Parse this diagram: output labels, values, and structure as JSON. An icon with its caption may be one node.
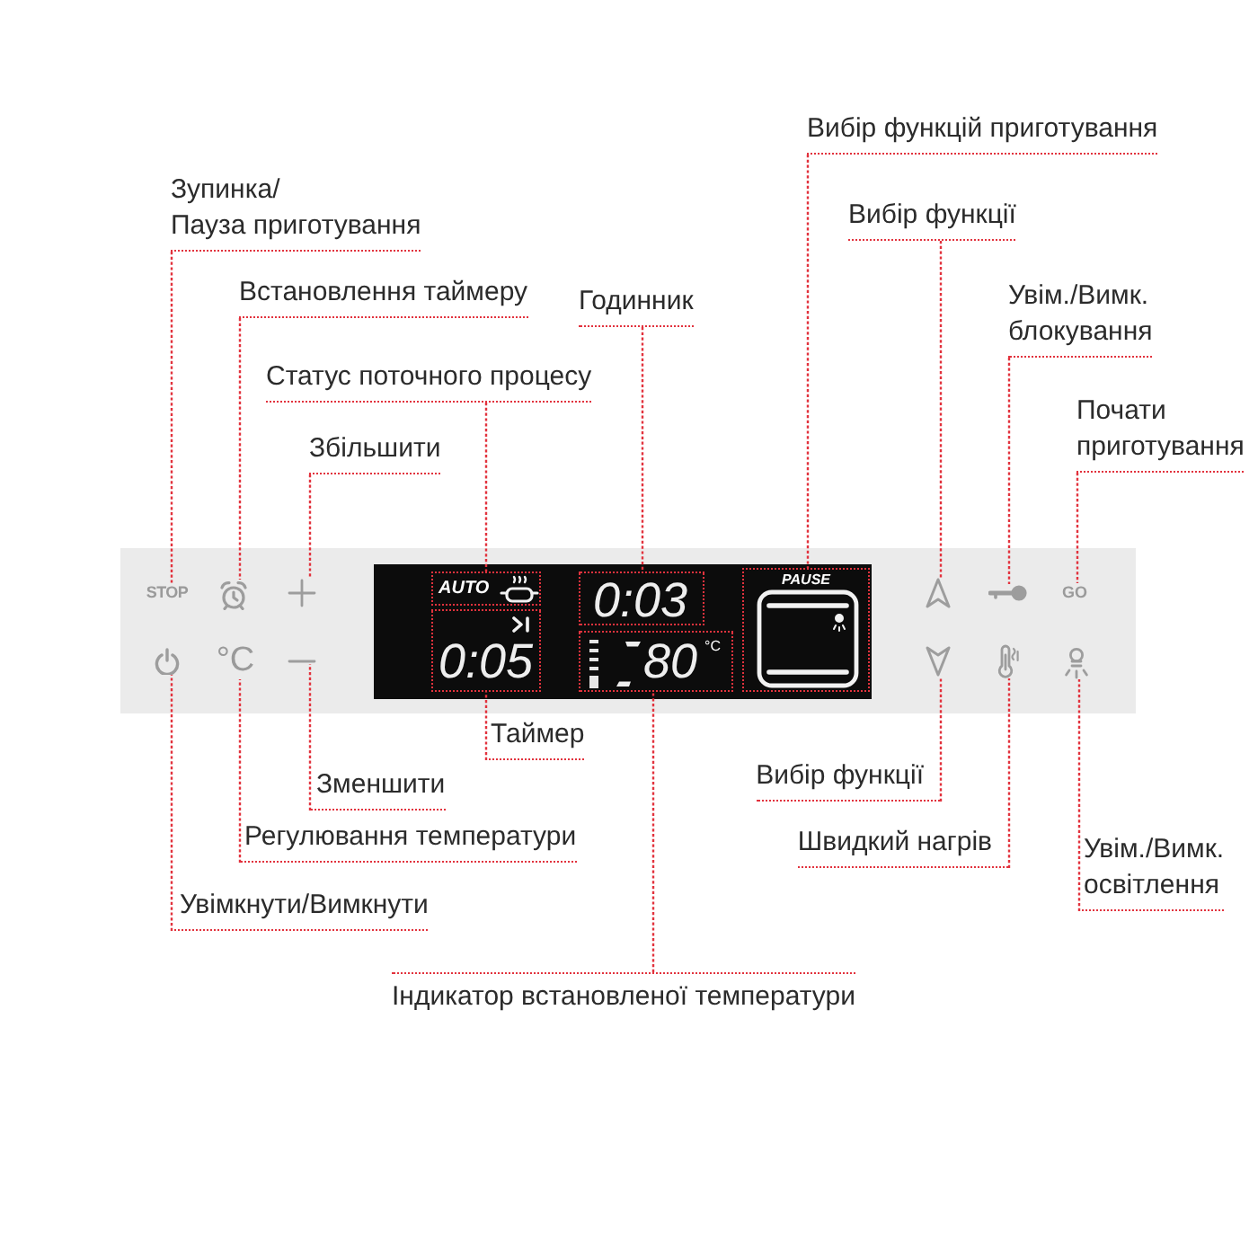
{
  "diagram": {
    "nodes": [
      {
        "text": [
          "Вибір функцій приготування"
        ]
      },
      {
        "text": [
          "Зупинка/ Пауза приготування"
        ]
      },
      {
        "text": [
          "Вибір функції"
        ]
      },
      {
        "text": [
          "Встановлення таймеру"
        ]
      },
      {
        "text": [
          "Годинник"
        ]
      },
      {
        "text": [
          "Увім./Вимк. блокування"
        ]
      },
      {
        "text": [
          "Статус поточного процесу"
        ]
      },
      {
        "text": [
          "Почати приготування"
        ]
      },
      {
        "text": [
          "Збільшити"
        ]
      },
      {
        "text": [],
        "shape": "box"
      },
      {
        "text": [
          "STOP"
        ],
        "in": 9
      },
      {
        "text": [],
        "shape": "picture",
        "in": 9
      },
      {
        "text": [],
        "shape": "picture",
        "in": 9
      },
      {
        "text": [],
        "shape": "box",
        "in": 9
      },
      {
        "text": [
          "AUTO"
        ],
        "in": 13
      },
      {
        "text": [
          "0:03"
        ],
        "in": 13
      },
      {
        "text": [
          "PAUSE"
        ],
        "in": 13
      },
      {
        "text": [],
        "shape": "picture",
        "in": 9
      },
      {
        "text": [],
        "shape": "picture",
        "in": 9
      },
      {
        "text": [
          "GO"
        ],
        "in": 9
      },
      {
        "text": [],
        "shape": "picture",
        "in": 9
      },
      {
        "text": [
          "°C"
        ],
        "in": 9
      },
      {
        "text": [],
        "shape": "picture",
        "in": 9
      },
      {
        "text": [
          "0:05"
        ],
        "in": 13
      },
      {
        "text": [
          "80",
          "°C"
        ],
        "in": 13
      },
      {
        "text": [],
        "shape": "picture",
        "in": 9
      },
      {
        "text": [],
        "shape": "picture",
        "in": 9
      },
      {
        "text": [],
        "shape": "picture",
        "in": 9
      },
      {
        "text": [
          "Таймер"
        ]
      },
      {
        "text": [
          "Вибір функції"
        ]
      },
      {
        "text": [
          "Зменшити"
        ]
      },
      {
        "text": [
          "Регулювання температури"
        ]
      },
      {
        "text": [
          "Швидкий нагрів"
        ]
      },
      {
        "text": [
          "Увім./Вимк. освітлення"
        ]
      },
      {
        "text": [
          "Увімкнути/Вимкнути"
        ]
      },
      {
        "text": [
          "Індикатор встановленої температури"
        ]
      }
    ],
    "edges": [
      {
        "from": 0,
        "to": 16,
        "arrow": "none"
      },
      {
        "from": 1,
        "to": 10,
        "arrow": "none"
      },
      {
        "from": 2,
        "to": 17,
        "arrow": "none"
      },
      {
        "from": 3,
        "to": 11,
        "arrow": "none"
      },
      {
        "from": 4,
        "to": 15,
        "arrow": "none"
      },
      {
        "from": 5,
        "to": 18,
        "arrow": "none"
      },
      {
        "from": 6,
        "to": 14,
        "arrow": "none"
      },
      {
        "from": 7,
        "to": 19,
        "arrow": "none"
      },
      {
        "from": 8,
        "to": 12,
        "arrow": "none"
      },
      {
        "from": 28,
        "to": 23,
        "arrow": "none"
      },
      {
        "from": 29,
        "to": 25,
        "arrow": "none"
      },
      {
        "from": 30,
        "to": 22,
        "arrow": "none"
      },
      {
        "from": 31,
        "to": 21,
        "arrow": "none"
      },
      {
        "from": 32,
        "to": 26,
        "arrow": "none"
      },
      {
        "from": 33,
        "to": 27,
        "arrow": "none"
      },
      {
        "from": 34,
        "to": 20,
        "arrow": "none"
      },
      {
        "from": 35,
        "to": 24,
        "arrow": "none"
      }
    ]
  }
}
